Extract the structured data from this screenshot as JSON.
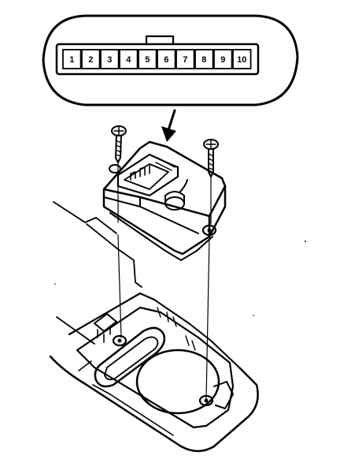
{
  "connector": {
    "pin_labels": [
      "1",
      "2",
      "3",
      "4",
      "5",
      "6",
      "7",
      "8",
      "9",
      "10"
    ]
  },
  "colors": {
    "ink": "#000000",
    "paper": "#ffffff"
  },
  "icons": {
    "screw_left": "screw-icon",
    "screw_right": "screw-icon",
    "arrow": "arrow-down-icon"
  }
}
